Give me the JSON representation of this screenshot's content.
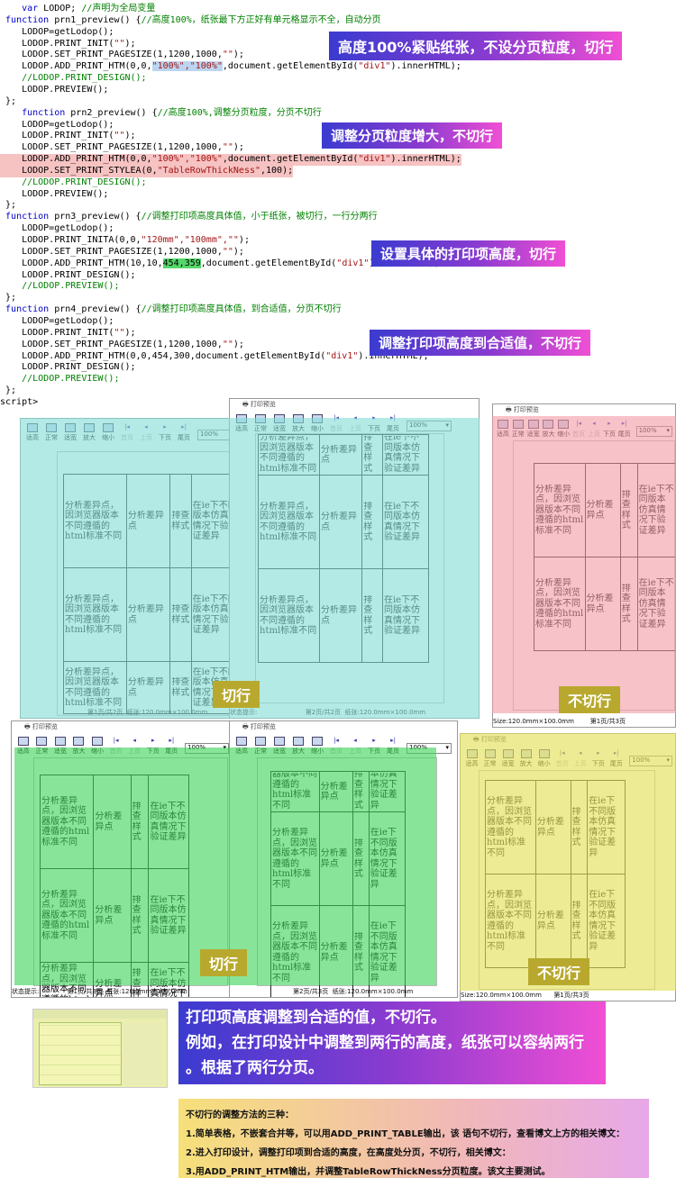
{
  "code_lines": [
    {
      "segs": [
        {
          "t": "    "
        },
        {
          "t": "var",
          "c": "k"
        },
        {
          "t": " LODOP; "
        },
        {
          "t": "//声明为全局变量",
          "c": "cm"
        }
      ]
    },
    {
      "segs": [
        {
          "t": " "
        },
        {
          "t": "function",
          "c": "k"
        },
        {
          "t": " prn1_preview() {"
        },
        {
          "t": "//高度100%，纸张最下方正好有单元格显示不全，自动分页",
          "c": "cm"
        }
      ]
    },
    {
      "segs": [
        {
          "t": "    LODOP=getLodop();"
        }
      ]
    },
    {
      "segs": [
        {
          "t": "    LODOP.PRINT_INIT("
        },
        {
          "t": "\"\"",
          "c": "s"
        },
        {
          "t": ");"
        }
      ]
    },
    {
      "segs": [
        {
          "t": "    LODOP.SET_PRINT_PAGESIZE(1,1200,1000,"
        },
        {
          "t": "\"\"",
          "c": "s"
        },
        {
          "t": ");"
        }
      ]
    },
    {
      "segs": [
        {
          "t": "    LODOP.ADD_PRINT_HTM(0,0,"
        },
        {
          "t": "\"100%\",\"100%\"",
          "c": "s",
          "h": "hl-blue"
        },
        {
          "t": ",document.getElementById("
        },
        {
          "t": "\"div1\"",
          "c": "s"
        },
        {
          "t": ").innerHTML);"
        }
      ]
    },
    {
      "segs": [
        {
          "t": "    "
        },
        {
          "t": "//LODOP.PRINT_DESIGN();",
          "c": "cm"
        }
      ]
    },
    {
      "segs": [
        {
          "t": "    LODOP.PREVIEW();"
        }
      ]
    },
    {
      "segs": [
        {
          "t": " };"
        }
      ]
    },
    {
      "segs": [
        {
          "t": "    "
        },
        {
          "t": "function",
          "c": "k"
        },
        {
          "t": " prn2_preview() {"
        },
        {
          "t": "//高度100%,调整分页粒度，分页不切行",
          "c": "cm"
        }
      ]
    },
    {
      "segs": [
        {
          "t": "    LODOP=getLodop();"
        }
      ]
    },
    {
      "segs": [
        {
          "t": "    LODOP.PRINT_INIT("
        },
        {
          "t": "\"\"",
          "c": "s"
        },
        {
          "t": ");"
        }
      ]
    },
    {
      "segs": [
        {
          "t": "    LODOP.SET_PRINT_PAGESIZE(1,1200,1000,"
        },
        {
          "t": "\"\"",
          "c": "s"
        },
        {
          "t": ");"
        }
      ]
    },
    {
      "segs": [
        {
          "t": "    LODOP.ADD_PRINT_HTM(0,0,"
        },
        {
          "t": "\"100%\",\"100%\"",
          "c": "s"
        },
        {
          "t": ",document.getElementById("
        },
        {
          "t": "\"div1\"",
          "c": "s"
        },
        {
          "t": ").innerHTML);"
        }
      ],
      "h": "hl-red"
    },
    {
      "segs": [
        {
          "t": "    LODOP.SET_PRINT_STYLEA(0,"
        },
        {
          "t": "\"TableRowThickNess\"",
          "c": "s"
        },
        {
          "t": ",100);"
        }
      ],
      "h": "hl-red"
    },
    {
      "segs": [
        {
          "t": "    "
        },
        {
          "t": "//LODOP.PRINT_DESIGN();",
          "c": "cm"
        }
      ]
    },
    {
      "segs": [
        {
          "t": "    LODOP.PREVIEW();"
        }
      ]
    },
    {
      "segs": [
        {
          "t": " };"
        }
      ]
    },
    {
      "segs": [
        {
          "t": " "
        },
        {
          "t": "function",
          "c": "k"
        },
        {
          "t": " prn3_preview() {"
        },
        {
          "t": "//调整打印项高度具体值，小于纸张，被切行，一行分两行",
          "c": "cm"
        }
      ]
    },
    {
      "segs": [
        {
          "t": "    LODOP=getLodop();"
        }
      ]
    },
    {
      "segs": [
        {
          "t": "    LODOP.PRINT_INITA(0,0,"
        },
        {
          "t": "\"120mm\",\"100mm\",\"\"",
          "c": "s"
        },
        {
          "t": ");"
        }
      ]
    },
    {
      "segs": [
        {
          "t": "    LODOP.SET_PRINT_PAGESIZE(1,1200,1000,"
        },
        {
          "t": "\"\"",
          "c": "s"
        },
        {
          "t": ");"
        }
      ]
    },
    {
      "segs": [
        {
          "t": "    LODOP.ADD_PRINT_HTM(10,10,"
        },
        {
          "t": "454,359",
          "h": "hl-green"
        },
        {
          "t": ",document.getElementById("
        },
        {
          "t": "\"div1\"",
          "c": "s"
        },
        {
          "t": ").innerHTML);"
        }
      ]
    },
    {
      "segs": [
        {
          "t": "    LODOP.PRINT_DESIGN();"
        }
      ]
    },
    {
      "segs": [
        {
          "t": "    "
        },
        {
          "t": "//LODOP.PREVIEW();",
          "c": "cm"
        }
      ]
    },
    {
      "segs": [
        {
          "t": " };"
        }
      ]
    },
    {
      "segs": [
        {
          "t": " "
        },
        {
          "t": "function",
          "c": "k"
        },
        {
          "t": " prn4_preview() {"
        },
        {
          "t": "//调整打印项高度具体值，到合适值，分页不切行",
          "c": "cm"
        }
      ]
    },
    {
      "segs": [
        {
          "t": "    LODOP=getLodop();"
        }
      ]
    },
    {
      "segs": [
        {
          "t": "    LODOP.PRINT_INIT("
        },
        {
          "t": "\"\"",
          "c": "s"
        },
        {
          "t": ");"
        }
      ]
    },
    {
      "segs": [
        {
          "t": "    LODOP.SET_PRINT_PAGESIZE(1,1200,1000,"
        },
        {
          "t": "\"\"",
          "c": "s"
        },
        {
          "t": ");"
        }
      ]
    },
    {
      "segs": [
        {
          "t": "    LODOP.ADD_PRINT_HTM(0,0,454,300,document.getElementById("
        },
        {
          "t": "\"div1\"",
          "c": "s"
        },
        {
          "t": ").innerHTML);"
        }
      ]
    },
    {
      "segs": [
        {
          "t": "    LODOP.PRINT_DESIGN();"
        }
      ]
    },
    {
      "segs": [
        {
          "t": "    "
        },
        {
          "t": "//LODOP.PREVIEW();",
          "c": "cm"
        }
      ]
    },
    {
      "segs": [
        {
          "t": " };"
        }
      ]
    },
    {
      "segs": [
        {
          "t": "script>"
        }
      ]
    }
  ],
  "banners": {
    "b1": "高度100%紧贴纸张，不设分页粒度，切行",
    "b2": "调整分页粒度增大，不切行",
    "b3": "设置具体的打印项高度，切行",
    "b4": "调整打印项高度到合适值，不切行"
  },
  "preview": {
    "window_title": "打印预览",
    "buttons": [
      "适高",
      "正常",
      "适宽",
      "放大",
      "缩小",
      "首页",
      "上页",
      "下页",
      "尾页"
    ],
    "disabled": [
      "首页",
      "上页"
    ],
    "zoom": "100%",
    "status_label": "状态提示:",
    "paper": "纸张:120.0mm×100.0mm",
    "page_1_of_2": "第1页/共2页",
    "page_2_of_2": "第2页/共2页",
    "page_1_of_3": "第1页/共3页",
    "page_2_of_3": "第2页/共3页",
    "size_paper": "Size:120.0mm×100.0mm"
  },
  "cells": {
    "c1": "分析差异点，因浏览器版本不同遵循的html标准不同",
    "c2": "分析差异点",
    "c3": "排查样式",
    "c4": "在ie下不同版本仿真情况下验证差异"
  },
  "labels": {
    "cut": "切行",
    "nocut": "不切行"
  },
  "explain": {
    "line1": "打印项高度调整到合适的值，不切行。",
    "line2": "例如，在打印设计中调整到两行的高度，纸张可以容纳两行",
    "line3": "。根据了两行分页。"
  },
  "notes": {
    "title": "不切行的调整方法的三种：",
    "n1": "1.简单表格，不嵌套合并等，可以用ADD_PRINT_TABLE输出，该 语句不切行，查看博文上方的相关博文：",
    "n2": "2.进入打印设计，调整打印项到合适的高度，在高度处分页，不切行，相关博文：",
    "n3": "3.用ADD_PRINT_HTM输出，并调整TableRowThickNess分页粒度。该文主要测试。"
  },
  "colors": {
    "cyan_overlay": "#86ddd6",
    "pink_overlay": "#f29aa3",
    "green_overlay": "#3fd45a",
    "yellow_overlay": "#e3e25a",
    "label_olive": "#b8a92e"
  }
}
